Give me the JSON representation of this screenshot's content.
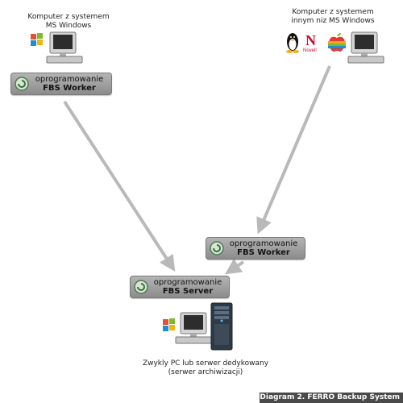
{
  "clients": {
    "windows": {
      "caption_line1": "Komputer z systemem",
      "caption_line2": "MS Windows"
    },
    "other": {
      "caption_line1": "Komputer z systemem",
      "caption_line2": "innym niz MS Windows",
      "novell_label": "Novell"
    }
  },
  "nodes": {
    "worker_left": {
      "line1": "oprogramowanie",
      "line2": "FBS Worker"
    },
    "worker_middle": {
      "line1": "oprogramowanie",
      "line2": "FBS Worker"
    },
    "server": {
      "line1": "oprogramowanie",
      "line2": "FBS Server"
    }
  },
  "server_machine": {
    "caption_line1": "Zwykly PC lub  serwer dedykowany",
    "caption_line2": "(serwer archiwizacji)"
  },
  "footer": {
    "label": "Diagram 2. FERRO Backup System"
  },
  "colors": {
    "arrow": "#b9b9b9",
    "node_bg": "#a0a0a0",
    "footer_bg": "#4a4a4a"
  }
}
